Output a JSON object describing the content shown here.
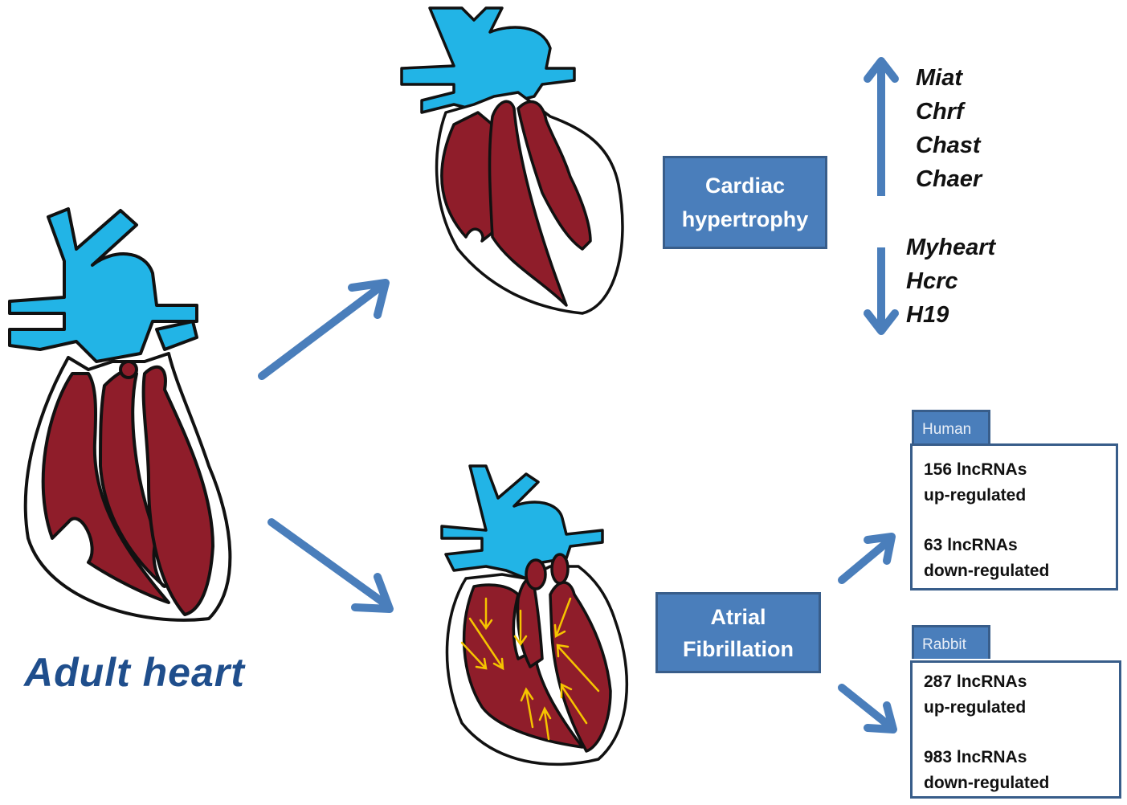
{
  "figure": {
    "adult_heart_label": "Adult heart",
    "colors": {
      "accent_blue": "#4a7ebb",
      "box_border": "#385d8a",
      "vessel_blue": "#22b4e6",
      "myocardium_red": "#8f1d2a",
      "fibrillation_arrow": "#f5c400",
      "label_navy": "#1f4e8c"
    }
  },
  "conditions": {
    "hypertrophy": {
      "line1": "Cardiac",
      "line2": "hypertrophy",
      "upregulated_genes": [
        "Miat",
        "Chrf",
        "Chast",
        "Chaer"
      ],
      "downregulated_genes": [
        "Myheart",
        "Hcrc",
        "H19"
      ]
    },
    "atrial_fibrillation": {
      "line1": "Atrial",
      "line2": "Fibrillation",
      "species": [
        {
          "name": "Human",
          "up_count_text": "156 lncRNAs",
          "up_label": "up-regulated",
          "down_count_text": "63 lncRNAs",
          "down_label": "down-regulated"
        },
        {
          "name": "Rabbit",
          "up_count_text": "287 lncRNAs",
          "up_label": "up-regulated",
          "down_count_text": "983 lncRNAs",
          "down_label": "down-regulated"
        }
      ]
    }
  },
  "icons": {
    "up_arrow": "arrow-up-icon",
    "down_arrow": "arrow-down-icon",
    "flow_arrow": "arrow-diagonal-icon"
  }
}
